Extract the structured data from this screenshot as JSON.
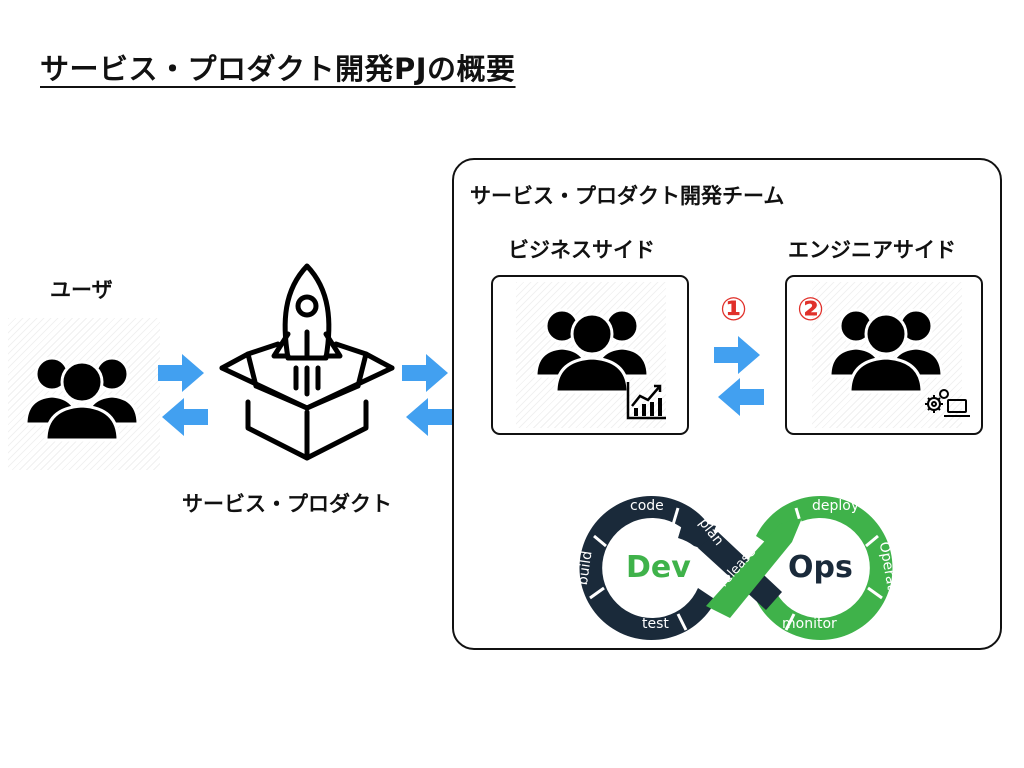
{
  "title": "サービス・プロダクト開発PJの概要",
  "user_label": "ユーザ",
  "product_label": "サービス・プロダクト",
  "team": {
    "title": "サービス・プロダクト開発チーム",
    "business_label": "ビジネスサイド",
    "engineer_label": "エンジニアサイド",
    "marker_1": "①",
    "marker_2": "②"
  },
  "devops": {
    "dev": "Dev",
    "ops": "Ops",
    "stages": {
      "code": "code",
      "plan": "plan",
      "build": "build",
      "test": "test",
      "release": "release",
      "deploy": "deploy",
      "operate": "Operate",
      "monitor": "monitor"
    }
  },
  "colors": {
    "arrow": "#42a0f0",
    "dev_loop": "#1a2a3a",
    "ops_loop": "#3fb24a",
    "marker": "#e0302a"
  },
  "icons": [
    "people-group-icon",
    "rocket-box-icon",
    "chart-icon",
    "gear-laptop-icon",
    "arrow-icon"
  ]
}
